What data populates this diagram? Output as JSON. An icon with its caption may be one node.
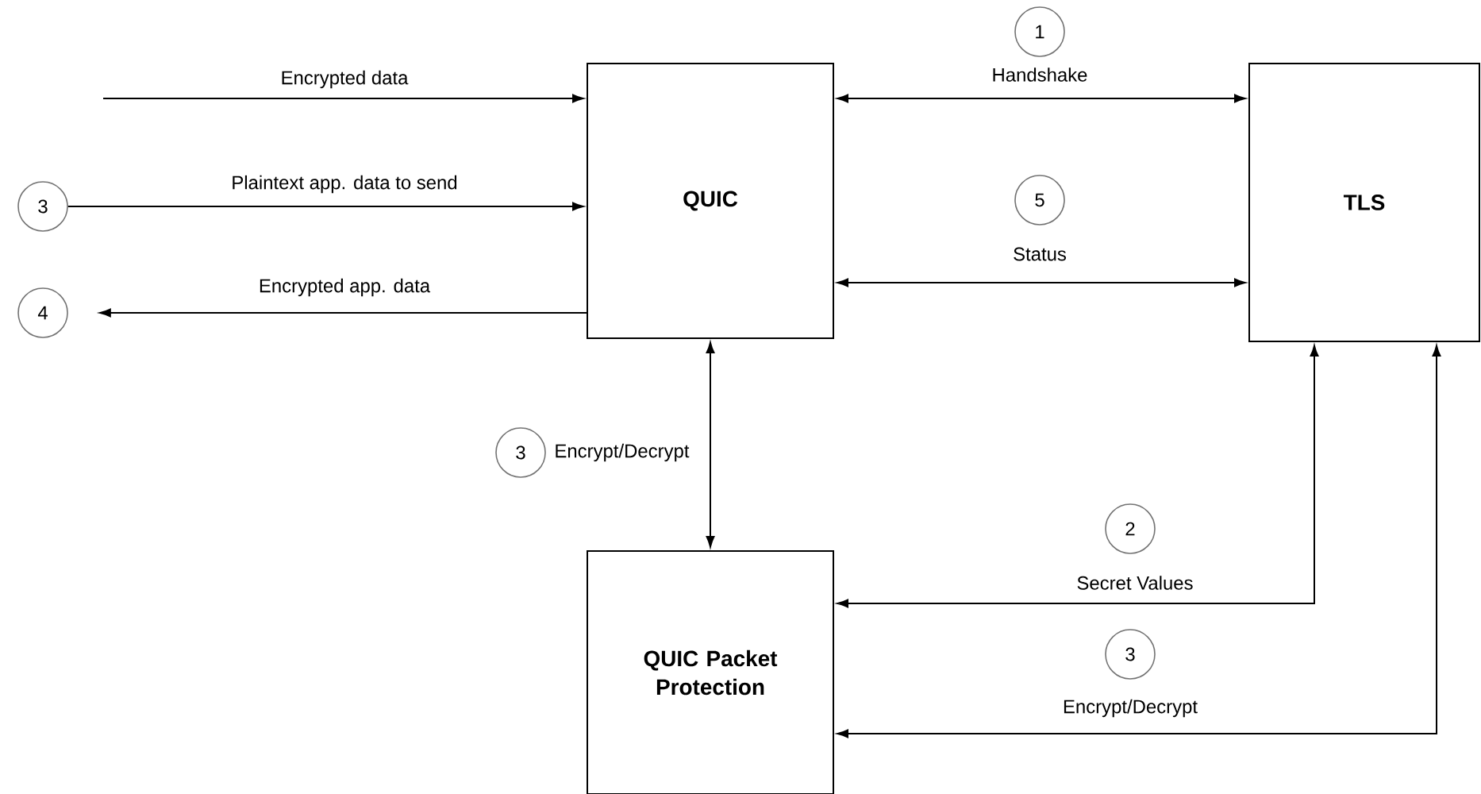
{
  "diagram": {
    "nodes": [
      {
        "text": [
          "QUIC"
        ]
      },
      {
        "text": [
          "TLS"
        ]
      },
      {
        "text": [
          "QUIC Packet Protection"
        ]
      },
      {
        "text": [
          "3"
        ]
      },
      {
        "text": [
          "4"
        ]
      },
      {
        "text": [
          "1"
        ]
      },
      {
        "text": [
          "5"
        ]
      },
      {
        "text": [
          "3"
        ]
      },
      {
        "text": [
          "2"
        ]
      },
      {
        "text": [
          "3"
        ]
      }
    ],
    "edges": [
      {
        "from": null,
        "to": 0,
        "arrow": "to",
        "label": "Encrypted data"
      },
      {
        "from": 3,
        "to": 0,
        "arrow": "to",
        "label": "Plaintext app. data to send"
      },
      {
        "from": 0,
        "to": 4,
        "arrow": "to",
        "label": "Encrypted app. data"
      },
      {
        "from": 0,
        "to": 1,
        "arrow": "both",
        "label": "Handshake"
      },
      {
        "from": 0,
        "to": 1,
        "arrow": "both",
        "label": "Status"
      },
      {
        "from": 0,
        "to": 2,
        "arrow": "both",
        "label": "Encrypt/Decrypt"
      },
      {
        "from": 1,
        "to": 2,
        "arrow": "both",
        "label": "Secret Values"
      },
      {
        "from": 1,
        "to": 2,
        "arrow": "both",
        "label": "Encrypt/Decrypt"
      }
    ]
  }
}
